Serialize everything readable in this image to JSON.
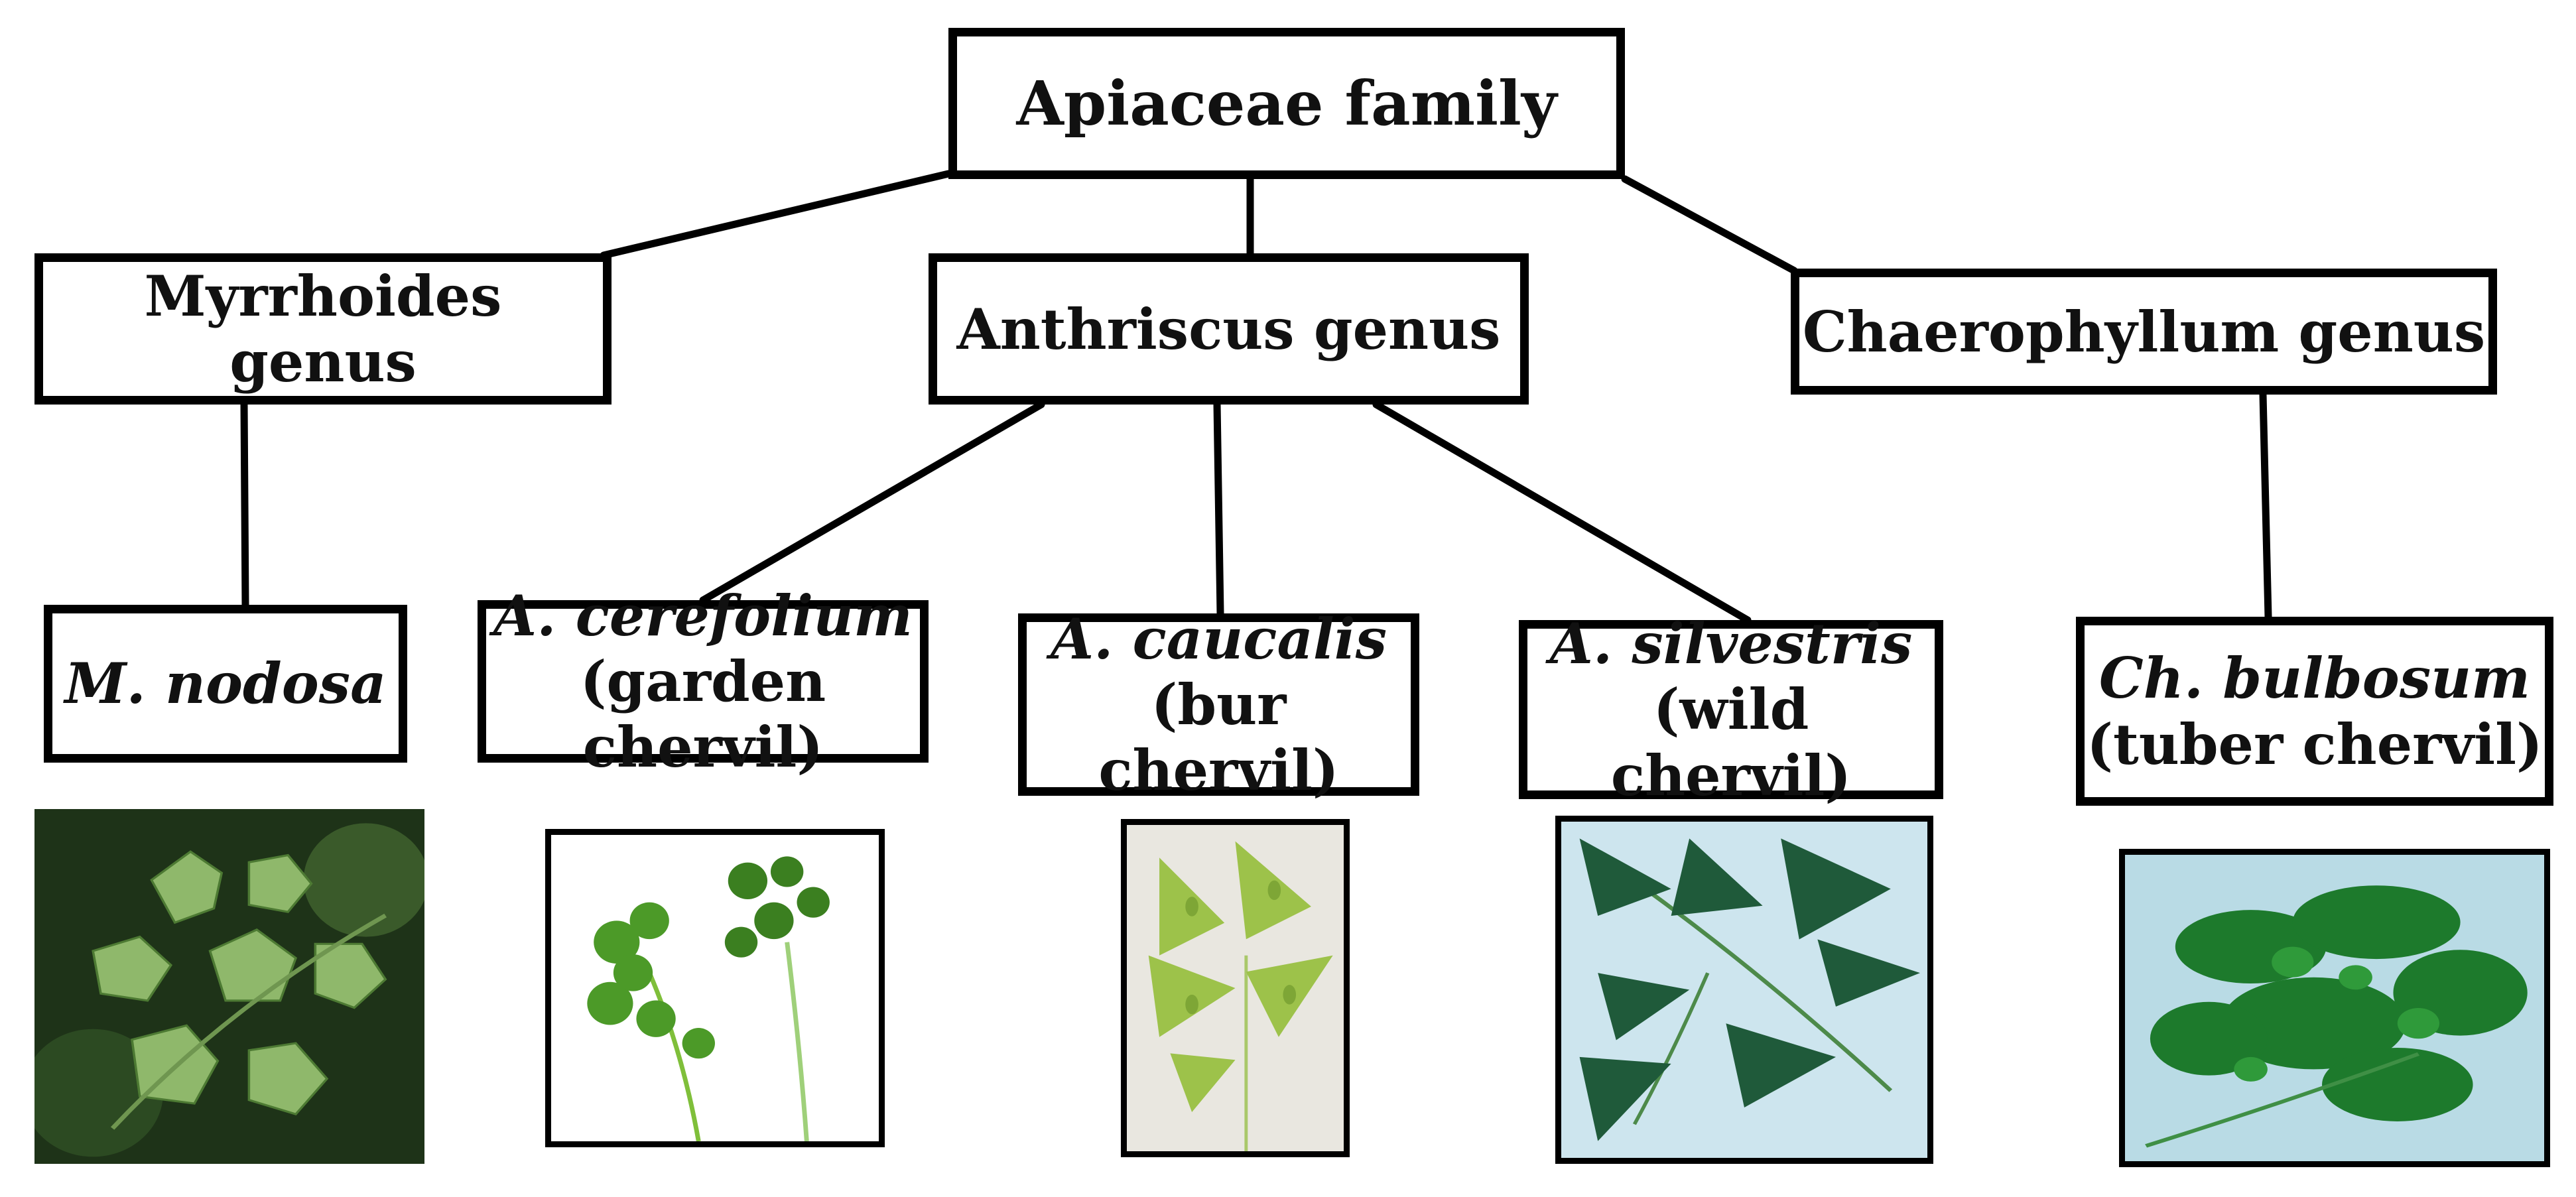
{
  "root": {
    "label": "Apiaceae family"
  },
  "genera": [
    {
      "label": "Myrrhoides genus"
    },
    {
      "label": "Anthriscus genus"
    },
    {
      "label": "Chaerophyllum genus"
    }
  ],
  "species": [
    {
      "scientific": "M. nodosa",
      "common": ""
    },
    {
      "scientific": "A. cerefolium",
      "common": "(garden chervil)"
    },
    {
      "scientific": "A. caucalis",
      "common": "(bur chervil)"
    },
    {
      "scientific": "A. silvestris",
      "common": "(wild chervil)"
    },
    {
      "scientific": "Ch. bulbosum",
      "common": "(tuber chervil)"
    }
  ],
  "colors": {
    "line": "#000000",
    "leaf_dark": "#2f6b1f",
    "leaf_light": "#7fbf3a"
  },
  "photos": [
    {
      "icon": "m-nodosa-leaf-photo-icon"
    },
    {
      "icon": "a-cerefolium-leaf-photo-icon"
    },
    {
      "icon": "a-caucalis-leaf-photo-icon"
    },
    {
      "icon": "a-silvestris-leaf-photo-icon"
    },
    {
      "icon": "ch-bulbosum-leaf-photo-icon"
    }
  ]
}
